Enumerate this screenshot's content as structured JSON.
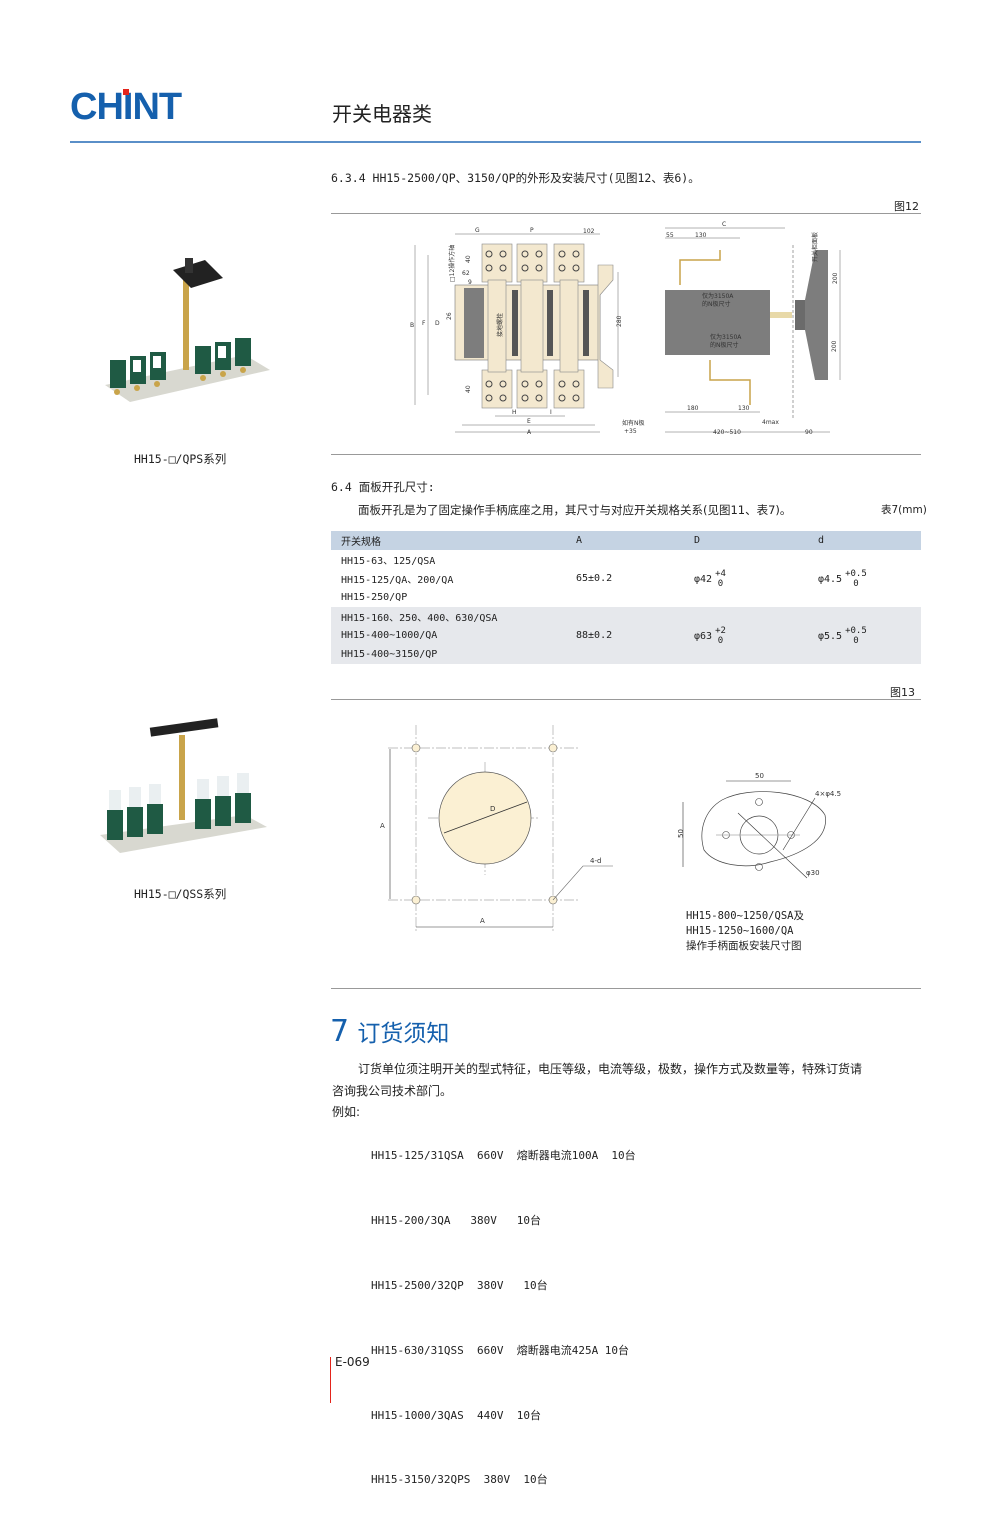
{
  "header": {
    "brand": "CHINT",
    "category": "开关电器类"
  },
  "products": [
    {
      "caption": "HH15-□/QPS系列"
    },
    {
      "caption": "HH15-□/QSS系列"
    }
  ],
  "section_634": {
    "title": "6.3.4 HH15-2500/QP、3150/QP的外形及安装尺寸(见图12、表6)。",
    "figure": "图12",
    "labels_front": [
      "G",
      "P",
      "102",
      "40",
      "62",
      "9",
      "□12操作方轴",
      "26",
      "D",
      "F",
      "B",
      "280",
      "接地螺栓",
      "40",
      "H",
      "I",
      "E",
      "A",
      "如有N极",
      "+35"
    ],
    "labels_side": [
      "C",
      "55",
      "130",
      "开关柜面板",
      "仅为3150A",
      "的N极尺寸",
      "仅为3150A",
      "的N极尺寸",
      "200",
      "200",
      "180",
      "130",
      "4max",
      "420~510",
      "90"
    ]
  },
  "section_64": {
    "title": "6.4 面板开孔尺寸:",
    "intro": "面板开孔是为了固定操作手柄底座之用，其尺寸与对应开关规格关系(见图11、表7)。",
    "table_label": "表7(mm)",
    "table": {
      "headers": [
        "开关规格",
        "A",
        "D",
        "d"
      ],
      "groups": [
        {
          "models": [
            "HH15-63、125/QSA",
            "HH15-125/QA、200/QA",
            "HH15-250/QP"
          ],
          "A": "65±0.2",
          "D": "φ42",
          "D_tol": [
            "+4",
            "0"
          ],
          "d": "φ4.5",
          "d_tol": [
            "+0.5",
            "0"
          ]
        },
        {
          "models": [
            "HH15-160、250、400、630/QSA",
            "HH15-400~1000/QA",
            "HH15-400~3150/QP"
          ],
          "A": "88±0.2",
          "D": "φ63",
          "D_tol": [
            "+2",
            "0"
          ],
          "d": "φ5.5",
          "d_tol": [
            "+0.5",
            "0"
          ]
        }
      ]
    },
    "figure": "图13",
    "fig13_labels": {
      "A_v": "A",
      "A_h": "A",
      "D": "D",
      "holes": "4-d",
      "w50": "50",
      "h50": "50",
      "holes2": "4×φ4.5",
      "phi30": "φ30"
    },
    "fig13_caption": [
      "HH15-800~1250/QSA及",
      "HH15-1250~1600/QA",
      "操作手柄面板安装尺寸图"
    ]
  },
  "section_7": {
    "number": "7",
    "title": "订货须知",
    "para1": "订货单位须注明开关的型式特征，电压等级，电流等级，极数，操作方式及数量等，特殊订货请",
    "para2": "咨询我公司技术部门。",
    "example_label": "例如:",
    "examples": [
      "HH15-125/31QSA  660V  熔断器电流100A  10台",
      "HH15-200/3QA   380V   10台",
      "HH15-2500/32QP  380V   10台",
      "HH15-630/31QSS  660V  熔断器电流425A 10台",
      "HH15-1000/3QAS  440V  10台",
      "HH15-3150/32QPS  380V  10台"
    ]
  },
  "footer": {
    "page": "E-069"
  },
  "colors": {
    "brand_blue": "#1560ad",
    "accent_red": "#e3241b",
    "table_header": "#c5d3e3"
  }
}
